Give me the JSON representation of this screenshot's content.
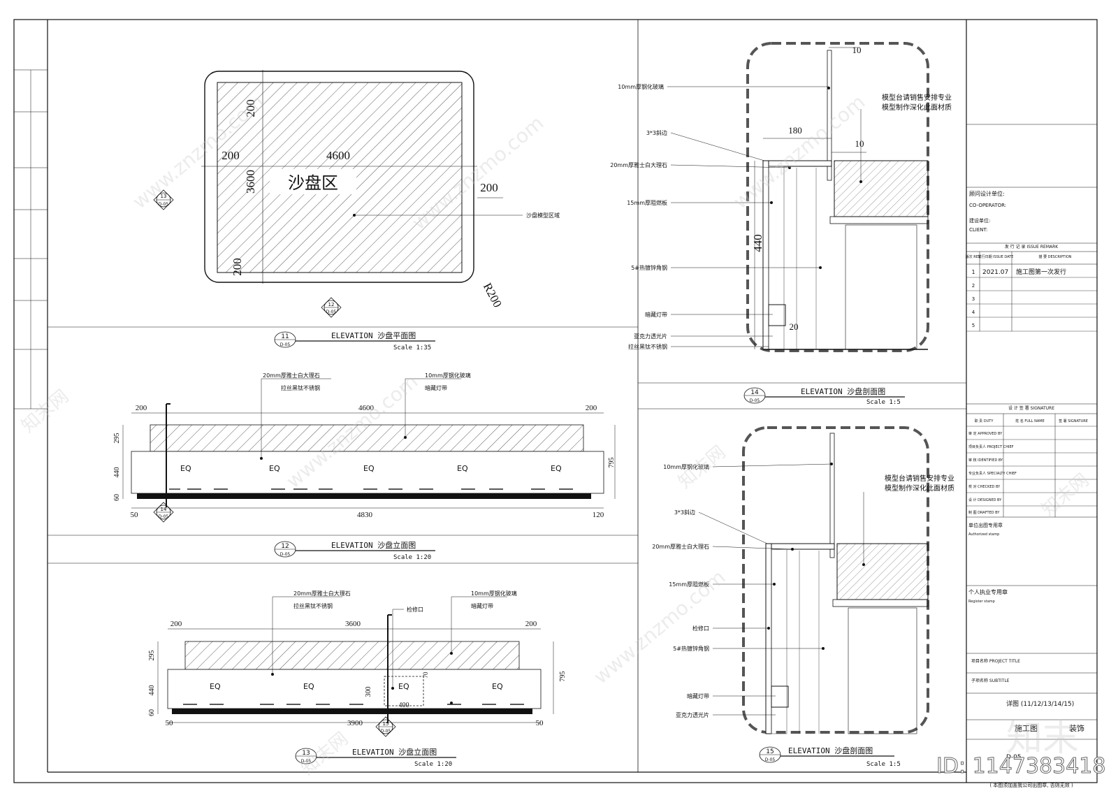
{
  "views": {
    "v11": {
      "num": "11",
      "ref": "D-05",
      "title": "ELEVATION 沙盘平面图",
      "scale": "Scale 1:35"
    },
    "v12": {
      "num": "12",
      "ref": "D-05",
      "title": "ELEVATION 沙盘立面图",
      "scale": "Scale 1:20"
    },
    "v13": {
      "num": "13",
      "ref": "D-05",
      "title": "ELEVATION 沙盘立面图",
      "scale": "Scale 1:20"
    },
    "v14": {
      "num": "14",
      "ref": "D-05",
      "title": "ELEVATION 沙盘剖面图",
      "scale": "Scale 1:5"
    },
    "v15": {
      "num": "15",
      "ref": "D-05",
      "title": "ELEVATION 沙盘剖面图",
      "scale": "Scale 1:5"
    }
  },
  "plan": {
    "area_label": "沙盘区",
    "area_note": "沙盘模型区域",
    "dims": {
      "width": "4600",
      "depth": "3600",
      "edge_top": "200",
      "edge_left": "200",
      "edge_right": "200",
      "edge_bottom": "200",
      "radius": "R200"
    },
    "marker13": {
      "num": "13",
      "ref": "D-05"
    },
    "marker12": {
      "num": "12",
      "ref": "D-05"
    }
  },
  "elev12": {
    "notes": [
      "20mm厚雅士白大理石",
      "拉丝黑钛不锈钢",
      "10mm厚钢化玻璃",
      "暗藏灯带"
    ],
    "eq": [
      "EQ",
      "EQ",
      "EQ",
      "EQ",
      "EQ"
    ],
    "dims": {
      "top_left": "200",
      "top_mid": "4600",
      "top_right": "200",
      "left_1": "295",
      "left_2": "440",
      "left_3": "60",
      "right": "795",
      "bot_left": "50",
      "bot_mid": "4830",
      "bot_right": "120"
    },
    "marker14": {
      "num": "14",
      "ref": "D-05"
    }
  },
  "elev13": {
    "notes": [
      "20mm厚雅士白大理石",
      "拉丝黑钛不锈钢",
      "检修口",
      "10mm厚钢化玻璃",
      "暗藏灯带"
    ],
    "eq": [
      "EQ",
      "EQ",
      "EQ",
      "EQ"
    ],
    "dims": {
      "top_left": "200",
      "top_mid": "3600",
      "top_right": "200",
      "left_1": "295",
      "left_2": "440",
      "left_3": "60",
      "right": "795",
      "bot_left": "50",
      "bot_mid": "3900",
      "bot_right": "50",
      "door_h": "300",
      "door_w": "400",
      "door_a": "70",
      "door_b": "70"
    },
    "marker15": {
      "num": "15",
      "ref": "D-05"
    }
  },
  "sec14": {
    "labels": [
      "10mm厚钢化玻璃",
      "3*3斜边",
      "20mm厚雅士白大理石",
      "15mm厚阻燃板",
      "5#热镀锌角钢",
      "暗藏灯带",
      "亚克力透光片",
      "拉丝黑钛不锈钢"
    ],
    "note_line1": "模型台请销售安排专业",
    "note_line2": "模型制作深化此面材质",
    "dims": {
      "glass_top": "10",
      "ledge": "180",
      "glass_gap": "10",
      "height": "440",
      "bottom": "20"
    }
  },
  "sec15": {
    "labels": [
      "10mm厚钢化玻璃",
      "3*3斜边",
      "20mm厚雅士白大理石",
      "15mm厚阻燃板",
      "检修口",
      "5#热镀锌角钢",
      "暗藏灯带",
      "亚克力透光片"
    ],
    "note_line1": "模型台请销售安排专业",
    "note_line2": "模型制作深化此面材质"
  },
  "titleblock": {
    "co_operator": "顾问设计单位:",
    "co_operator_en": "CO-OPERATOR:",
    "client": "建设单位:",
    "client_en": "CLIENT:",
    "issue_header": "发 行 记 录  ISSUE REMARK",
    "col_rev": "版次 REV.",
    "col_date": "发行日期 ISSUE DATE",
    "col_desc": "描 要 DESCRIPTION",
    "issues": [
      {
        "rev": "1",
        "date": "2021.07",
        "desc": "施工图第一次发行"
      },
      {
        "rev": "2",
        "date": "",
        "desc": ""
      },
      {
        "rev": "3",
        "date": "",
        "desc": ""
      },
      {
        "rev": "4",
        "date": "",
        "desc": ""
      },
      {
        "rev": "5",
        "date": "",
        "desc": ""
      }
    ],
    "sign_header": "设 计 签 署  SIGNATURE",
    "sign_cols": [
      "职 责 DUTY",
      "姓 名 FULL NAME",
      "签 署 SIGNATURE"
    ],
    "duties": [
      "审 定 APPROVED BY",
      "项目负责人 PROJECT CHIEF",
      "审 核 IDENTIFIED BY",
      "专业负责人 SPECIALTY CHIEF",
      "校 对 CHECKED BY",
      "设 计 DESIGNED BY",
      "制 图 DRAFTED BY"
    ],
    "stamp1": "单位出图专用章",
    "stamp1_en": "Authorized stamp",
    "stamp2": "个人执业专用章",
    "stamp2_en": "Register stamp",
    "project_title": "项目名称 PROJECT TITLE",
    "subtitle": "子项名称 SUBTITLE",
    "drawing_title": "详图 (11/12/13/14/15)",
    "stage": "施工图",
    "discipline": "装饰",
    "drawing_no": "D-05",
    "footer_note": "( 本图须加盖我公司出图章, 否则无效 )"
  },
  "watermark": {
    "site": "www.znzmo.com",
    "brand": "知末网",
    "id": "ID: 1147383418",
    "logo": "知末"
  }
}
